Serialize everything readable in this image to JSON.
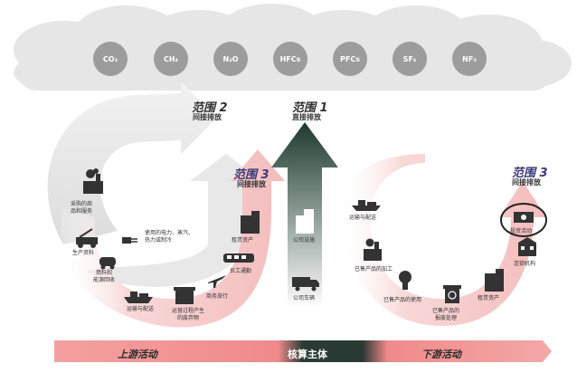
{
  "gases": [
    "CO₂",
    "CH₄",
    "N₂O",
    "HFCs",
    "PFCs",
    "SF₆",
    "NF₃"
  ],
  "scopes": {
    "scope2": {
      "title": "范围 2",
      "subtitle": "间接排放"
    },
    "scope1": {
      "title": "范围 1",
      "subtitle": "直接排放"
    },
    "scope3_upstream": {
      "title": "范围 3",
      "subtitle": "间接排放"
    },
    "scope3_downstream": {
      "title": "范围 3",
      "subtitle": "间接排放"
    }
  },
  "upstream_items": {
    "purchased": "采购的商\n品和服务",
    "capital_goods": "生产资料",
    "fuel_energy": "燃料和\n能源回收",
    "transport": "运输与配送",
    "waste": "运营过程产生\n的废弃物",
    "business_travel": "商务旅行",
    "commuting": "员工通勤",
    "leased_assets": "租赁资产",
    "electricity": "使用的电力、蒸汽、\n热力或制冷"
  },
  "central_items": {
    "facilities": "公司设施",
    "vehicles": "公司车辆"
  },
  "downstream_items": {
    "transport": "运输与配送",
    "processing": "已售产品的加工",
    "use": "已售产品的使用",
    "end_of_life": "已售产品的\n报废处理",
    "leased_assets": "租赁资产",
    "franchises": "连锁机构",
    "investments": "投资活动"
  },
  "band": {
    "upstream": "上游活动",
    "reporting": "核算主体",
    "downstream": "下游活动"
  },
  "colors": {
    "gas_circle": "#9c9c9c",
    "cloud": "#e4e4e4",
    "arrow_dark": "#1d3a2c",
    "arrow_pink": "#f5c8c8",
    "arrow_gray": "#d8d8d8",
    "band_pink": "#f08a8a",
    "scope3_text": "#3b3b7a"
  }
}
